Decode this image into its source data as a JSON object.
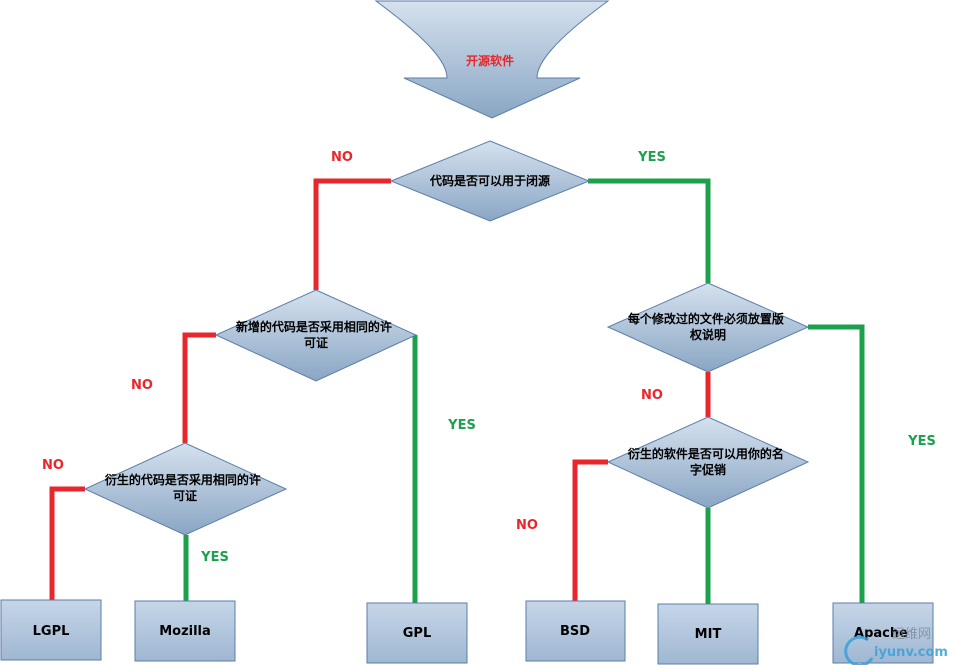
{
  "colors": {
    "yes": "#1ba04c",
    "no": "#e8262b",
    "title": "#e8262b",
    "shape_fill_top": "#d5e1ee",
    "shape_fill_bottom": "#8aa6c4",
    "shape_stroke": "#5b7ea8",
    "watermark": "#3aa0d8"
  },
  "title": {
    "label": "开源软件"
  },
  "questions": {
    "closed_source": {
      "lines": [
        "代码是否可以用于闭源"
      ]
    },
    "same_license_new": {
      "lines": [
        "新增的代码是否采用相同的许",
        "可证"
      ]
    },
    "same_license_derived": {
      "lines": [
        "衍生的代码是否采用相同的许",
        "可证"
      ]
    },
    "copyright_notice": {
      "lines": [
        "每个修改过的文件必须放置版",
        "权说明"
      ]
    },
    "name_promotion": {
      "lines": [
        "衍生的软件是否可以用你的名",
        "字促销"
      ]
    }
  },
  "edge_labels": {
    "no_closed": "NO",
    "yes_closed": "YES",
    "no_new": "NO",
    "yes_new": "YES",
    "no_derived": "NO",
    "yes_derived": "YES",
    "no_copyright": "NO",
    "yes_copyright": "YES",
    "no_name": "NO"
  },
  "licenses": {
    "lgpl": "LGPL",
    "mozilla": "Mozilla",
    "gpl": "GPL",
    "bsd": "BSD",
    "mit": "MIT",
    "apache": "Apache"
  },
  "watermark": {
    "line1": "运维网",
    "line2": "iyunv.com"
  }
}
